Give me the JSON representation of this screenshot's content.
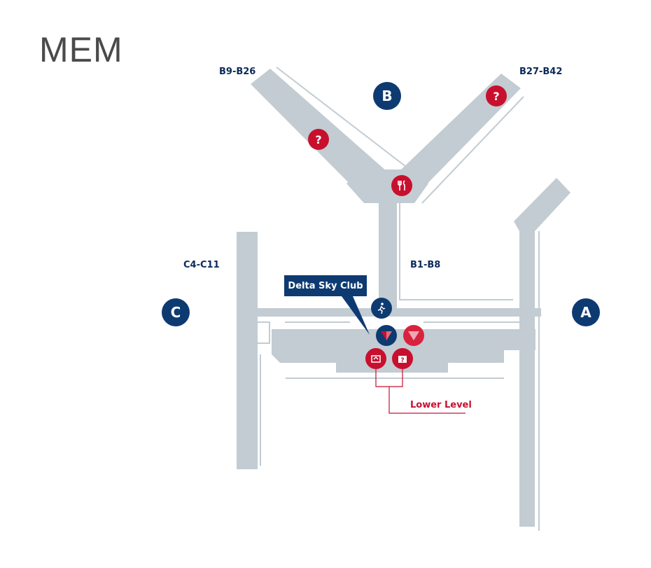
{
  "airport_code": "MEM",
  "concourses": {
    "a": "A",
    "b": "B",
    "c": "C"
  },
  "gate_ranges": {
    "b_left": "B9-B26",
    "b_right": "B27-B42",
    "b_stem": "B1-B8",
    "c": "C4-C11"
  },
  "callouts": {
    "sky_club": "Delta Sky Club",
    "lower_level": "Lower Level"
  },
  "icons": {
    "info": "question-mark-icon",
    "dining": "fork-knife-icon",
    "exit": "running-person-icon",
    "delta": "delta-widget-icon",
    "baggage_claim": "baggage-claim-icon",
    "baggage_service": "baggage-service-icon"
  },
  "colors": {
    "corridor": "#c2ccd2",
    "navy": "#0e3a72",
    "red": "#c8102e",
    "text": "#4a4a4a"
  }
}
